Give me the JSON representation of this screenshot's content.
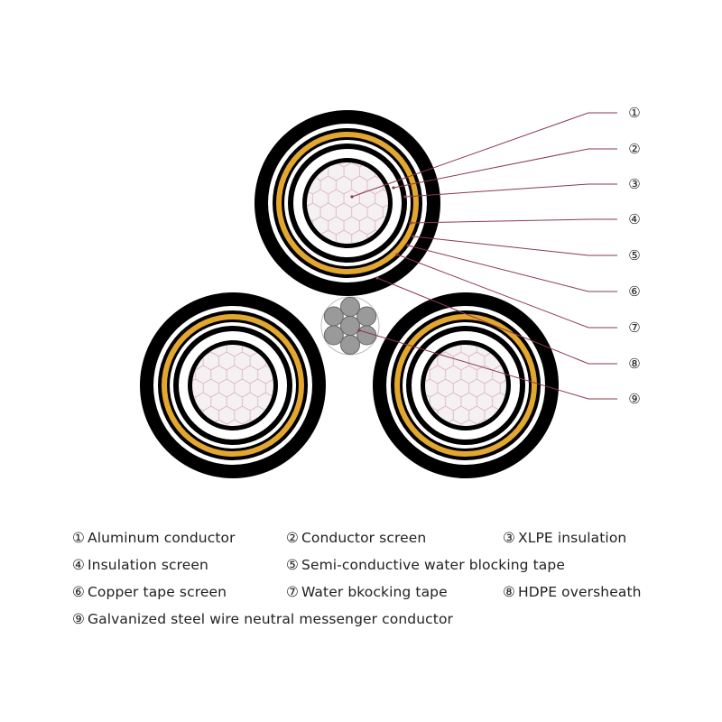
{
  "diagram": {
    "callouts": [
      "①",
      "②",
      "③",
      "④",
      "⑤",
      "⑥",
      "⑦",
      "⑧",
      "⑨"
    ],
    "colors": {
      "sheath": "#000000",
      "copper_tape": "#e3a72f",
      "conductor_fill": "#f5f0f2",
      "strand_lines": "#d8b4c0",
      "leader_line": "#8a3a4a",
      "messenger_fill": "#9a9a9a"
    }
  },
  "legend": [
    {
      "num": "①",
      "label": "Aluminum conductor"
    },
    {
      "num": "②",
      "label": "Conductor screen"
    },
    {
      "num": "③",
      "label": "XLPE insulation"
    },
    {
      "num": "④",
      "label": "Insulation screen"
    },
    {
      "num": "⑤",
      "label": "Semi-conductive water blocking tape"
    },
    {
      "num": "⑥",
      "label": "Copper tape screen"
    },
    {
      "num": "⑦",
      "label": "Water bkocking tape"
    },
    {
      "num": "⑧",
      "label": "HDPE oversheath"
    },
    {
      "num": "⑨",
      "label": "Galvanized steel wire neutral messenger conductor"
    }
  ]
}
